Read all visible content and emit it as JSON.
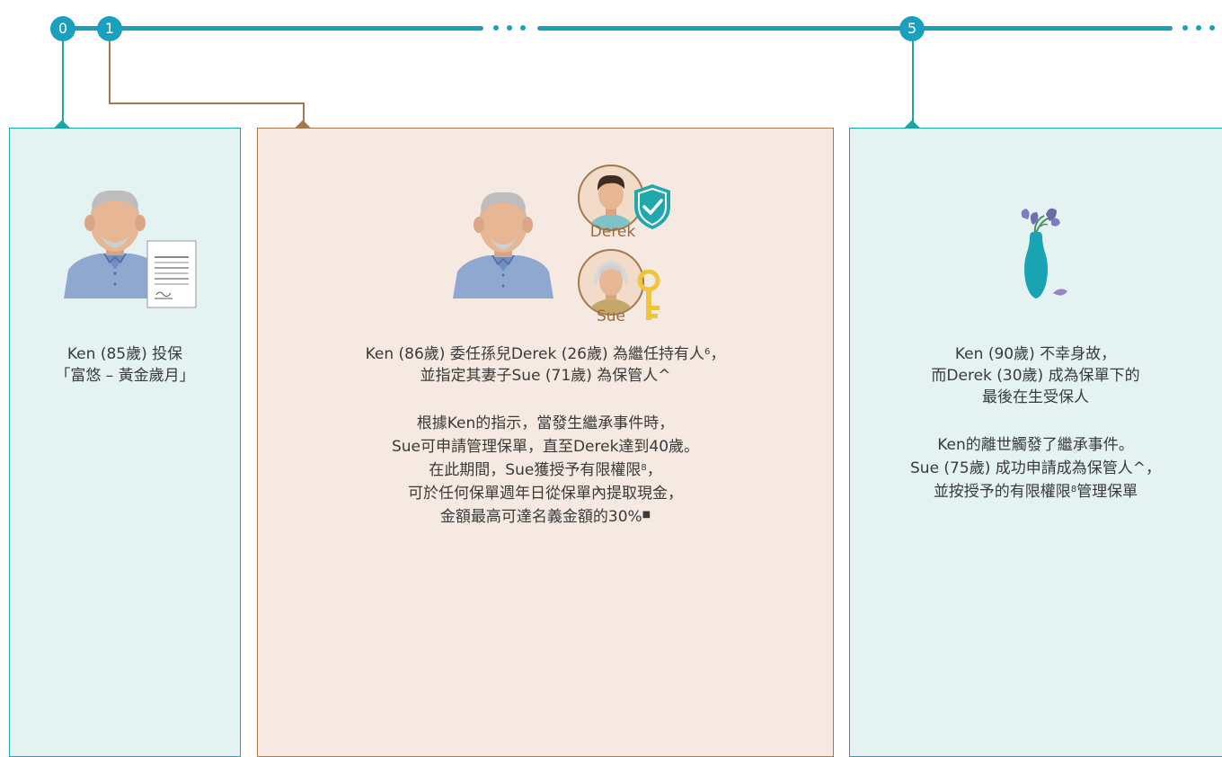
{
  "timeline": {
    "nodes": [
      "0",
      "1",
      "5"
    ],
    "colors": {
      "line": "#1a9fbf",
      "teal": "#1aa6a8",
      "tan": "#a27a4d",
      "teal_panel": "#e4f3f2",
      "tan_panel": "#f5e9e1"
    }
  },
  "panel0": {
    "line1": "Ken (85歲) 投保",
    "line2": "「富悠 – 黃金歲月」"
  },
  "panel1": {
    "label_derek": "Derek",
    "label_sue": "Sue",
    "p1_line1_pre": "Ken (86歲) 委任孫兒Derek (26歲) 為繼任持有人",
    "p1_line1_sup": "6",
    "p1_line1_post": "，",
    "p1_line2": "並指定其妻子Sue (71歲) 為保管人^",
    "p2_line1": "根據Ken的指示，當發生繼承事件時，",
    "p2_line2": "Sue可申請管理保單，直至Derek達到40歲。",
    "p2_line3_pre": "在此期間，Sue獲授予有限權限",
    "p2_line3_sup": "8",
    "p2_line3_post": "，",
    "p2_line4": "可於任何保單週年日從保單內提取現金，",
    "p2_line5_pre": "金額最高可達名義金額的30%",
    "p2_line5_mark": "■"
  },
  "panel5": {
    "p1_line1": "Ken (90歲) 不幸身故，",
    "p1_line2": "而Derek (30歲) 成為保單下的",
    "p1_line3": "最後在生受保人",
    "p2_line1": "Ken的離世觸發了繼承事件。",
    "p2_line2": "Sue (75歲) 成功申請成為保管人^，",
    "p2_line3_pre": "並按授予的有限權限",
    "p2_line3_sup": "8",
    "p2_line3_post": "管理保單"
  }
}
